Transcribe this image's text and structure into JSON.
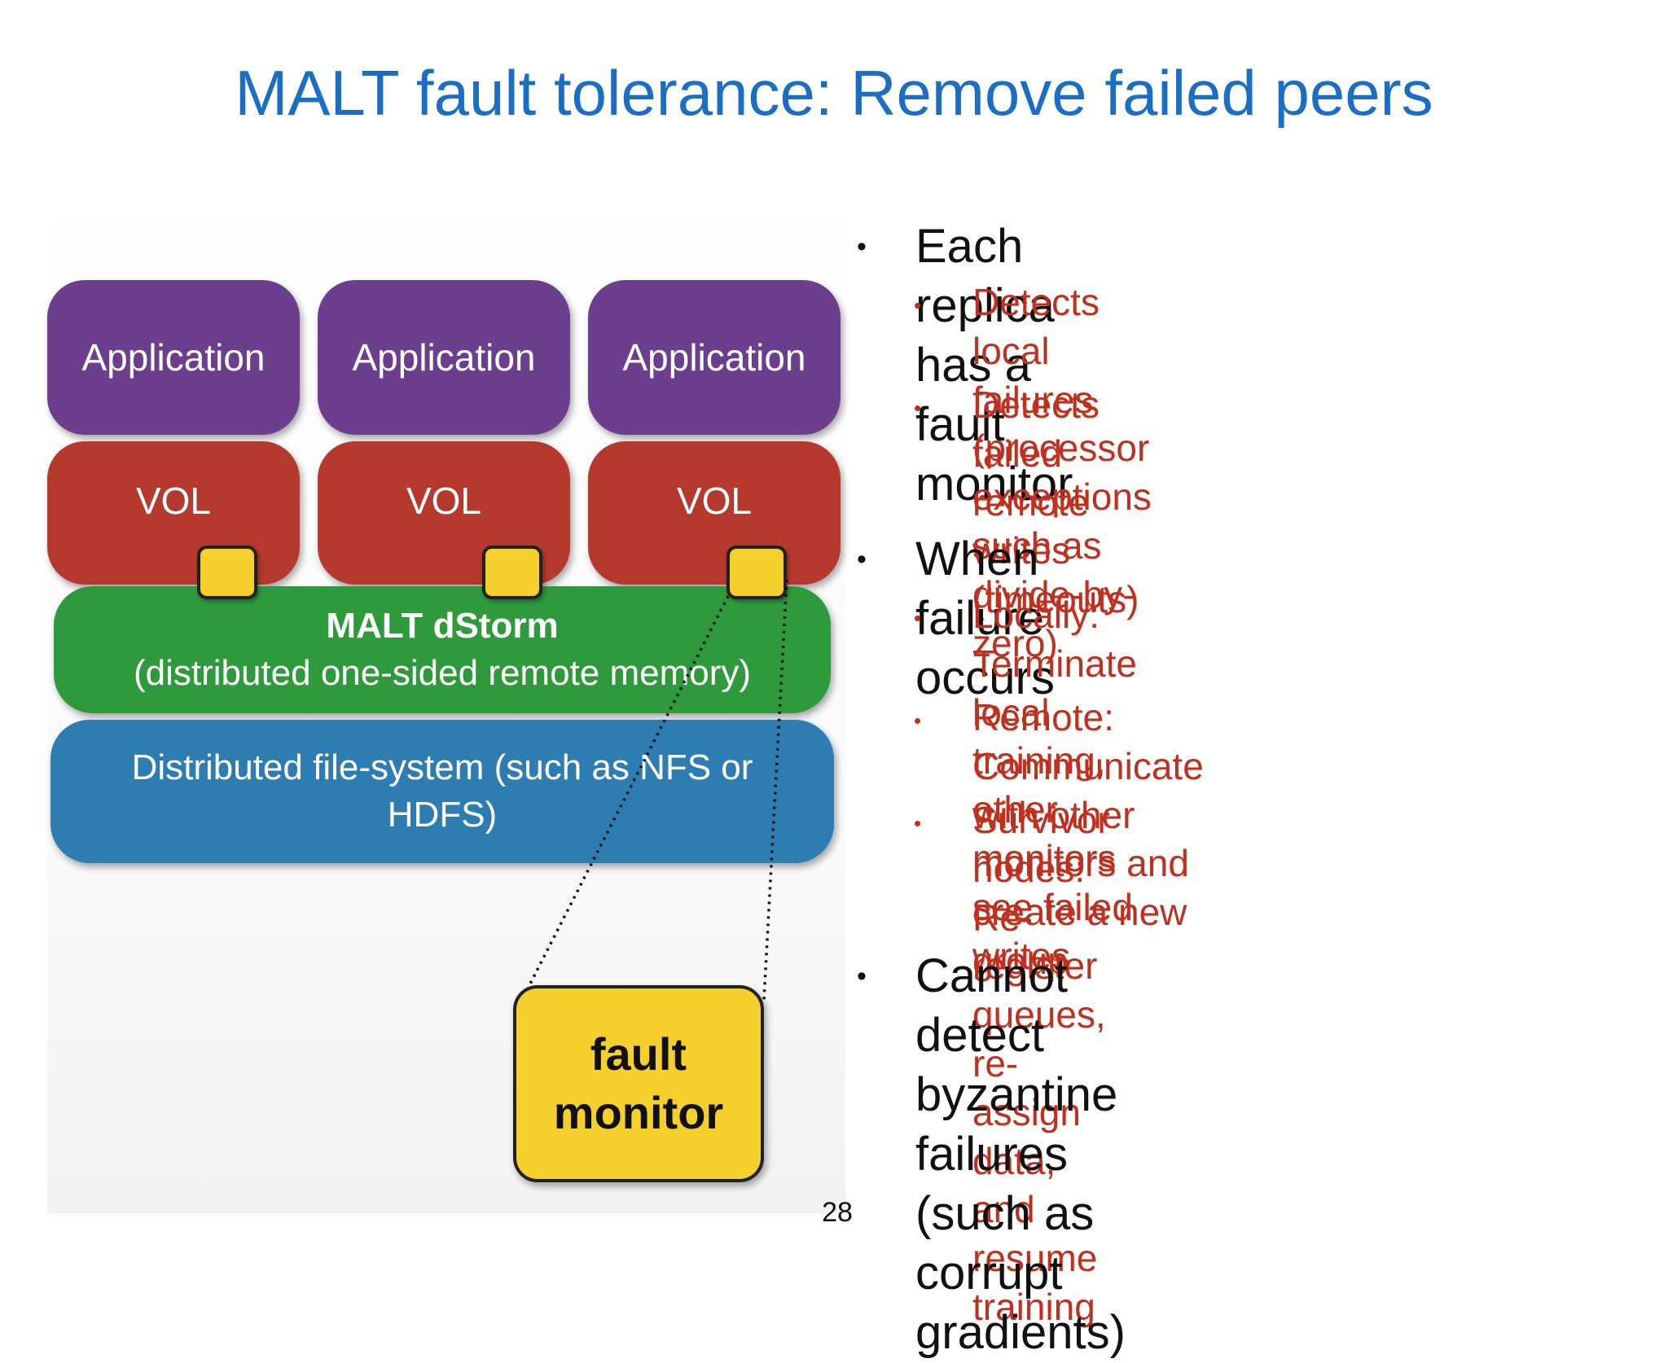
{
  "slide": {
    "title": "MALT fault tolerance: Remove failed peers",
    "page_number": "28"
  },
  "diagram": {
    "app_label": "Application",
    "vol_label": "VOL",
    "dstorm_title": "MALT dStorm",
    "dstorm_subtitle": "(distributed one-sided remote memory)",
    "dfs_line1": "Distributed file-system (such as NFS or",
    "dfs_line2": "HDFS)",
    "fault_monitor_line1": "fault",
    "fault_monitor_line2": "monitor",
    "colors": {
      "application": "#6b3f8e",
      "vol": "#b5392d",
      "dstorm": "#2f9a3c",
      "dfs": "#2d7db3",
      "monitor": "#f5cf2b"
    }
  },
  "bullets": [
    {
      "lines": [
        "Each replica has a fault monitor"
      ],
      "sub": [
        {
          "lines": [
            "Detects local failures (processor",
            "exceptions such as divide-by-zero)"
          ]
        },
        {
          "lines": [
            "Detects failed remote writes",
            "(timeouts)"
          ]
        }
      ]
    },
    {
      "lines": [
        "When failure occurs"
      ],
      "sub": [
        {
          "lines": [
            "Locally: Terminate local training,",
            "other monitors see failed writes"
          ]
        },
        {
          "lines": [
            "Remote: Communicate with other",
            "monitors and create a new group"
          ]
        },
        {
          "lines": [
            "Survivor nodes: Re-register queues,",
            "re-assign data, and resume training"
          ]
        }
      ]
    },
    {
      "lines": [
        "Cannot detect byzantine failures",
        "(such as corrupt gradients)"
      ],
      "sub": []
    }
  ]
}
